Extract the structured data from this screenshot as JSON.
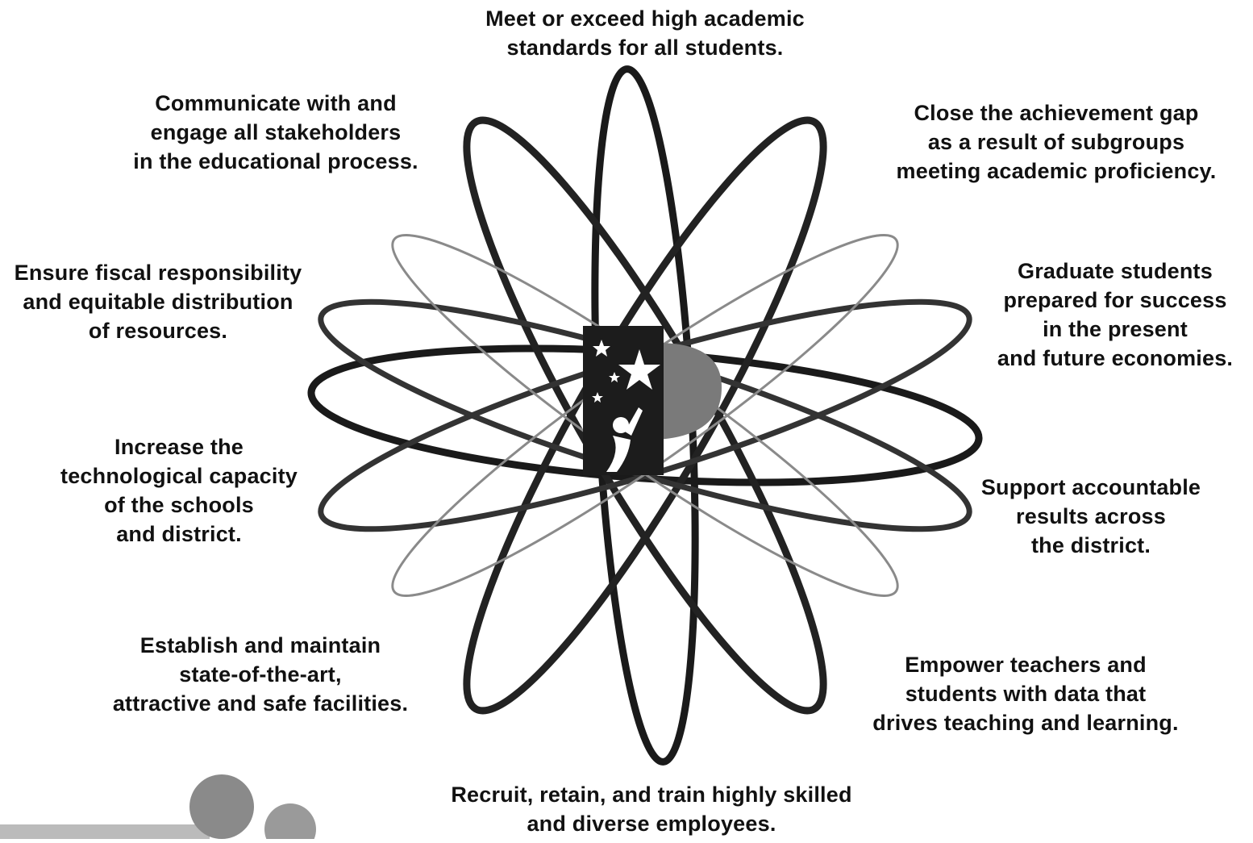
{
  "goals": [
    {
      "id": "top",
      "lines": [
        "Meet or exceed high academic",
        "standards for all students."
      ]
    },
    {
      "id": "top-right",
      "lines": [
        "Close the achievement gap",
        "as a result of subgroups",
        "meeting academic proficiency."
      ]
    },
    {
      "id": "right-upper",
      "lines": [
        "Graduate students",
        "prepared for success",
        "in the present",
        "and future economies."
      ]
    },
    {
      "id": "right-lower",
      "lines": [
        "Support accountable",
        "results across",
        "the district."
      ]
    },
    {
      "id": "bottom-right",
      "lines": [
        "Empower teachers and",
        "students with data that",
        "drives teaching and learning."
      ]
    },
    {
      "id": "bottom",
      "lines": [
        "Recruit, retain, and train highly skilled",
        "and diverse employees."
      ]
    },
    {
      "id": "bottom-left",
      "lines": [
        "Establish and maintain",
        "state-of-the-art,",
        "attractive and safe facilities."
      ]
    },
    {
      "id": "left-lower",
      "lines": [
        "Increase the",
        "technological capacity",
        "of the schools",
        "and district."
      ]
    },
    {
      "id": "left-upper",
      "lines": [
        "Ensure fiscal responsibility",
        "and equitable distribution",
        "of resources."
      ]
    },
    {
      "id": "top-left",
      "lines": [
        "Communicate with and",
        "engage all stakeholders",
        "in the educational process."
      ]
    }
  ],
  "colors": {
    "orbit": "#1a1a1a",
    "orbit_light": "#8a8a8a",
    "logo_panel": "#1c1c1c",
    "logo_bowl": "#7a7a7a",
    "star": "#ffffff"
  }
}
